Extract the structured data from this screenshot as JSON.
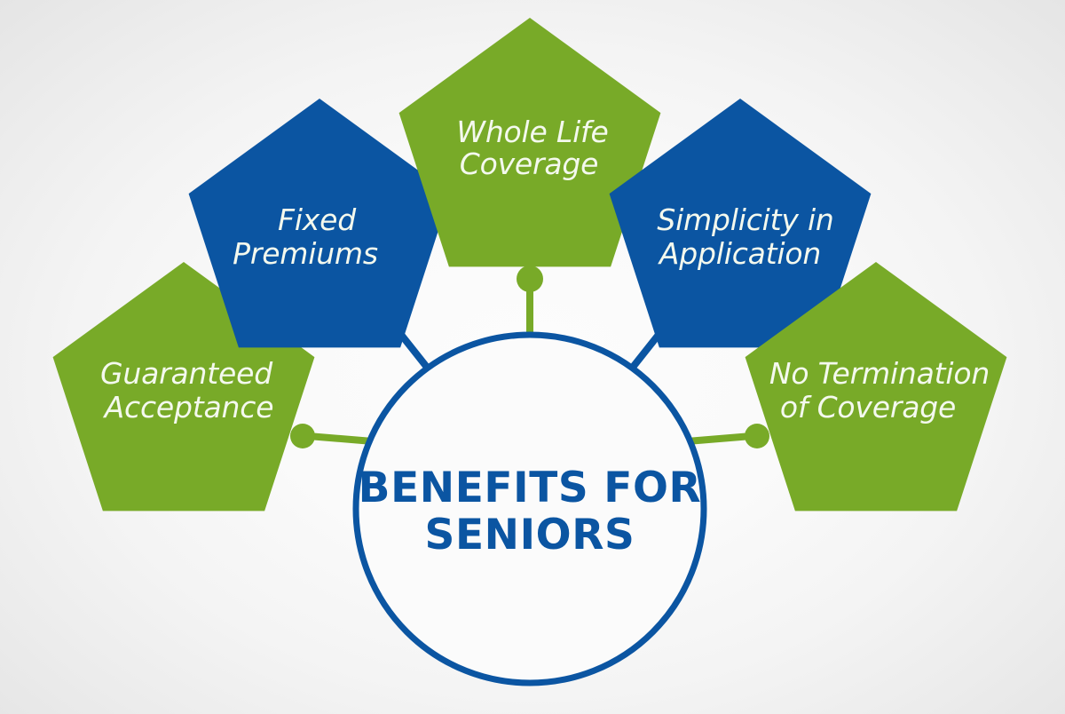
{
  "diagram": {
    "type": "hub-and-spoke pentagon infographic",
    "hub": {
      "title_line1": "BENEFITS FOR",
      "title_line2": "SENIORS",
      "shape": "circle",
      "stroke_color": "#0b55a2",
      "fill_color": "#fbfbfb"
    },
    "colors": {
      "green": "#78aa28",
      "blue": "#0b55a2",
      "label_text": "#f4f9ee",
      "background_center": "#fcfcfc",
      "background_edge": "#e3e3e3"
    },
    "nodes": [
      {
        "id": "guaranteed-acceptance",
        "line1": "Guaranteed",
        "line2": "Acceptance",
        "color": "#78aa28",
        "color_name": "green",
        "position": "far-left"
      },
      {
        "id": "fixed-premiums",
        "line1": "Fixed",
        "line2": "Premiums",
        "color": "#0b55a2",
        "color_name": "blue",
        "position": "upper-left"
      },
      {
        "id": "whole-life-coverage",
        "line1": "Whole Life",
        "line2": "Coverage",
        "color": "#78aa28",
        "color_name": "green",
        "position": "top-center"
      },
      {
        "id": "simplicity-in-application",
        "line1": "Simplicity in",
        "line2": "Application",
        "color": "#0b55a2",
        "color_name": "blue",
        "position": "upper-right"
      },
      {
        "id": "no-termination-of-coverage",
        "line1": "No Termination",
        "line2": "of Coverage",
        "color": "#78aa28",
        "color_name": "green",
        "position": "far-right"
      }
    ]
  }
}
